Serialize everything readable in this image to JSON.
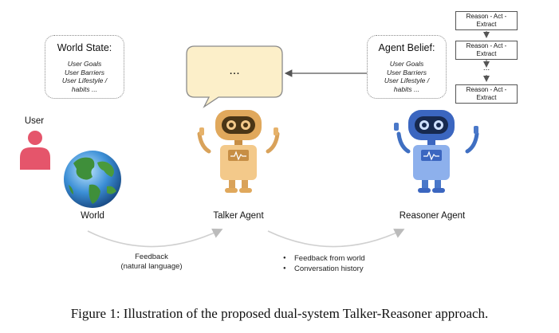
{
  "world_state": {
    "title": "World State:",
    "items": [
      "User Goals",
      "User Barriers",
      "User Lifestyle /",
      "habits ..."
    ]
  },
  "agent_belief": {
    "title": "Agent Belief:",
    "items": [
      "User Goals",
      "User Barriers",
      "User Lifestyle /",
      "habits ..."
    ]
  },
  "speech_bubble": {
    "text": "..."
  },
  "pipeline": {
    "steps": [
      "Reason - Act - Extract",
      "Reason - Act - Extract",
      "Reason - Act - Extract"
    ],
    "ellipsis": "..."
  },
  "labels": {
    "user": "User",
    "world": "World",
    "talker": "Talker Agent",
    "reasoner": "Reasoner Agent"
  },
  "feedback": {
    "line1": "Feedback",
    "line2": "(natural language)"
  },
  "reasoner_inputs": [
    "Feedback from world",
    "Conversation history"
  ],
  "caption": "Figure 1: Illustration of the proposed dual-system Talker-Reasoner approach.",
  "colors": {
    "talker_robot": "#f3c98a",
    "reasoner_robot": "#6f98e0",
    "user_icon": "#e5556b",
    "bubble_fill": "#fcefc9"
  }
}
